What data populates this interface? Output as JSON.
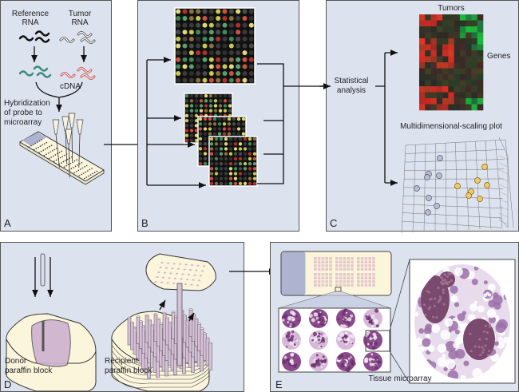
{
  "panels": {
    "A": {
      "letter": "A",
      "reference": [
        "Reference",
        "RNA"
      ],
      "tumor": [
        "Tumor",
        "RNA"
      ],
      "cdna": "cDNA",
      "hybridization": [
        "Hybridization",
        "of probe to",
        "microarray"
      ]
    },
    "B": {
      "letter": "B"
    },
    "C": {
      "letter": "C",
      "stat": [
        "Statistical",
        "analysis"
      ],
      "tumors": "Tumors",
      "genes": "Genes",
      "mds": "Multidimensional-scaling plot"
    },
    "D": {
      "letter": "D",
      "donor": [
        "Donor",
        "paraffin block"
      ],
      "recipient": [
        "Recipient",
        "paraffin block"
      ]
    },
    "E": {
      "letter": "E",
      "tma": "Tissue microarray"
    }
  },
  "colors": {
    "panel_bg": "#dde2ef",
    "reference": "#111111",
    "ref_cdna": "#3d8a78",
    "tumor_cdna": "#c0504d",
    "block": "#fbf5dc",
    "tissue": "#8a4a8c"
  }
}
